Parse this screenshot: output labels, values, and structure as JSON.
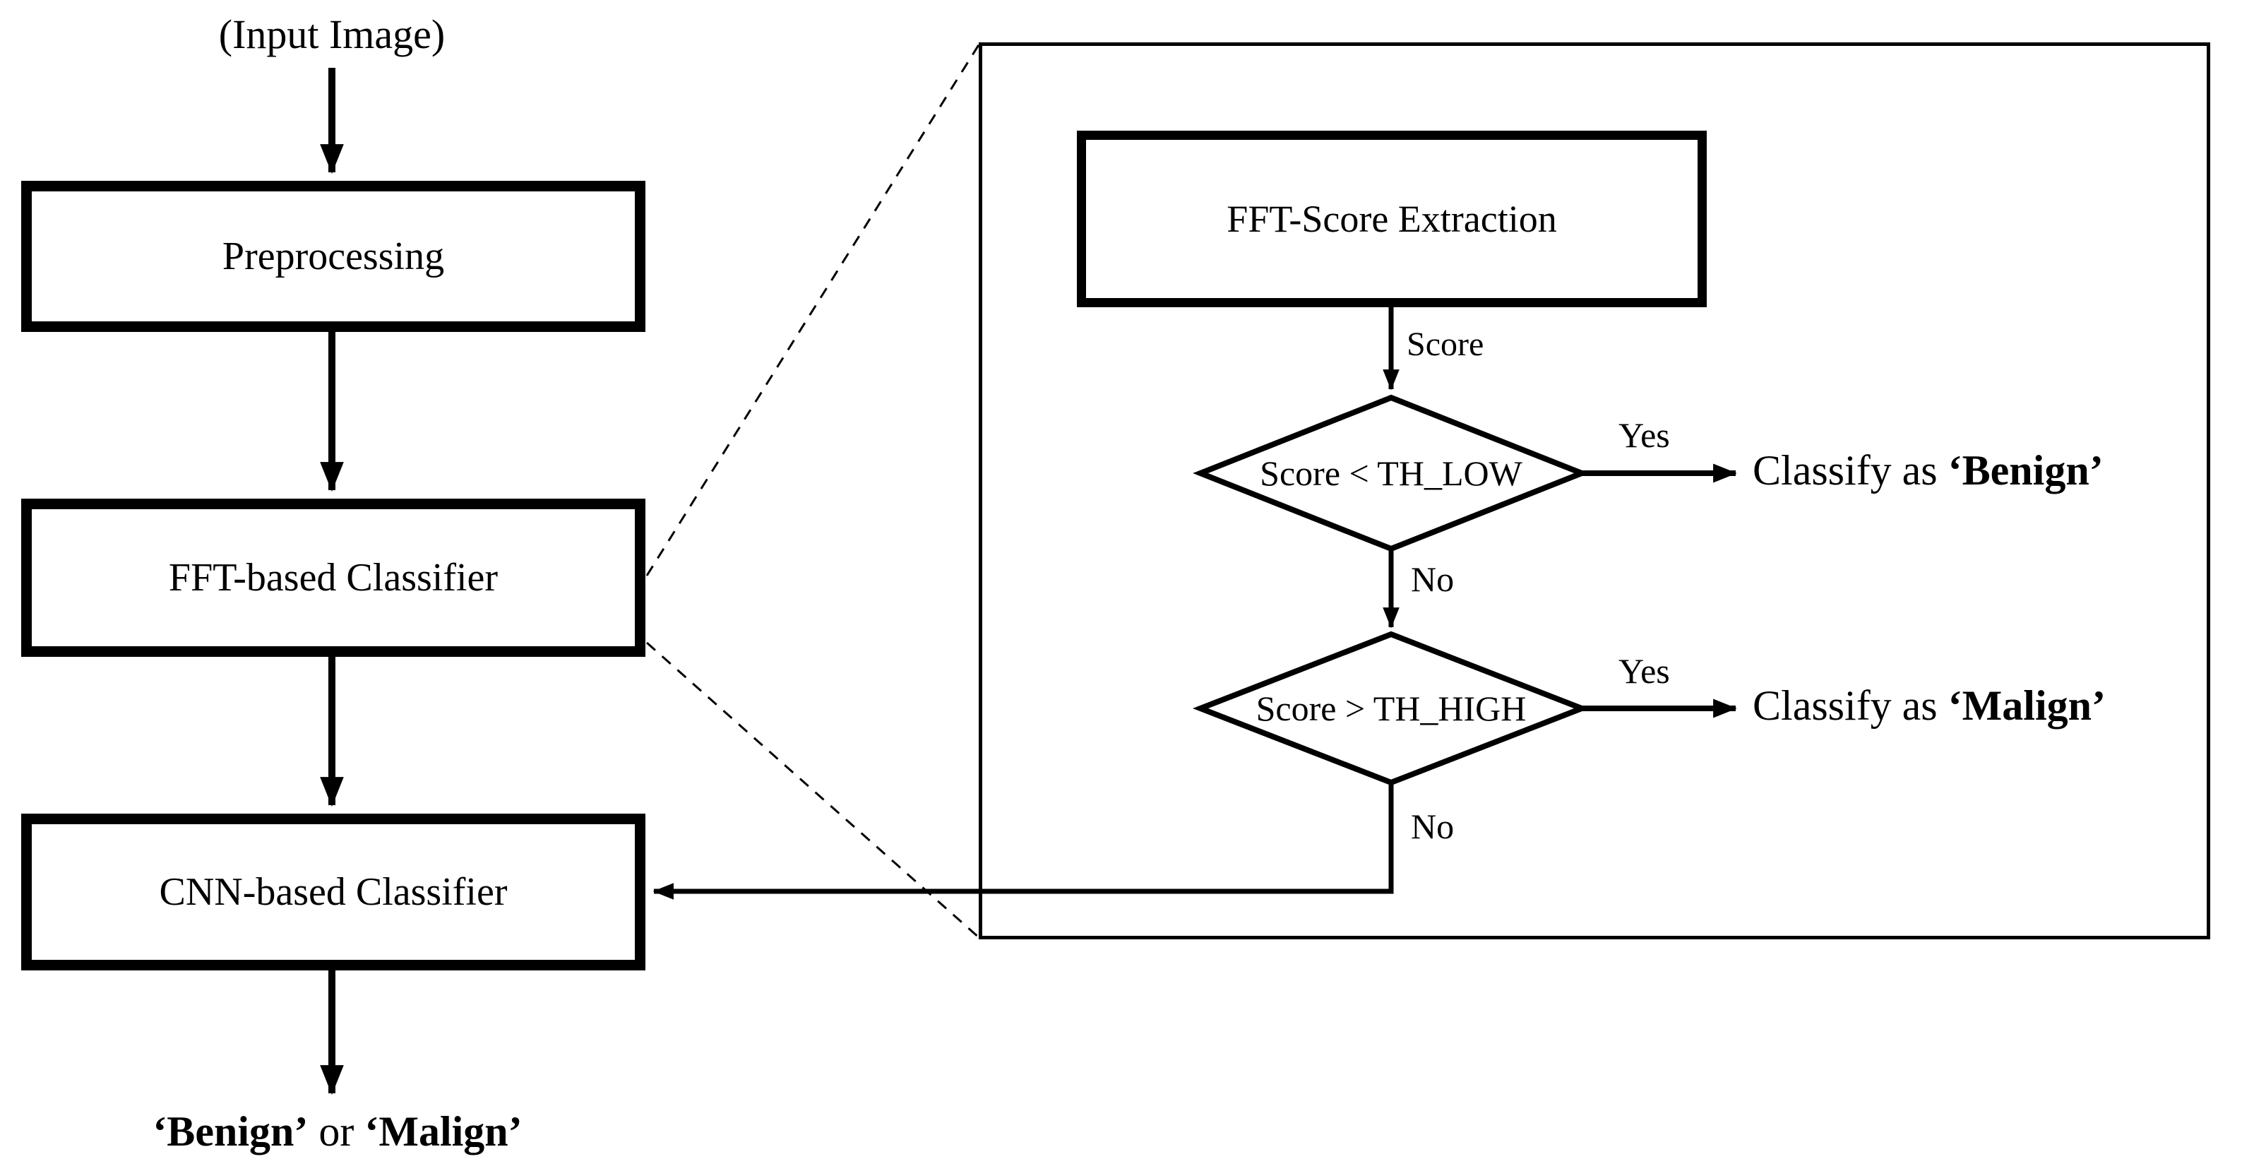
{
  "canvas": {
    "background": "#ffffff",
    "line_color": "#000000"
  },
  "left_flow": {
    "input_label": "(Input Image)",
    "preprocessing_label": "Preprocessing",
    "fft_classifier_label": "FFT-based Classifier",
    "cnn_classifier_label": "CNN-based Classifier",
    "result": {
      "benign": "‘Benign’",
      "or": " or ",
      "malign": "‘Malign’"
    }
  },
  "detail_panel": {
    "fft_score_label": "FFT-Score Extraction",
    "score_edge_label": "Score",
    "decision_low": "Score < TH_LOW",
    "decision_high": "Score > TH_HIGH",
    "yes_low": "Yes",
    "no_low": "No",
    "yes_high": "Yes",
    "no_high": "No",
    "classify_benign": {
      "prefix": "Classify as ",
      "word": "‘Benign’"
    },
    "classify_malign": {
      "prefix": "Classify as ",
      "word": "‘Malign’"
    }
  }
}
